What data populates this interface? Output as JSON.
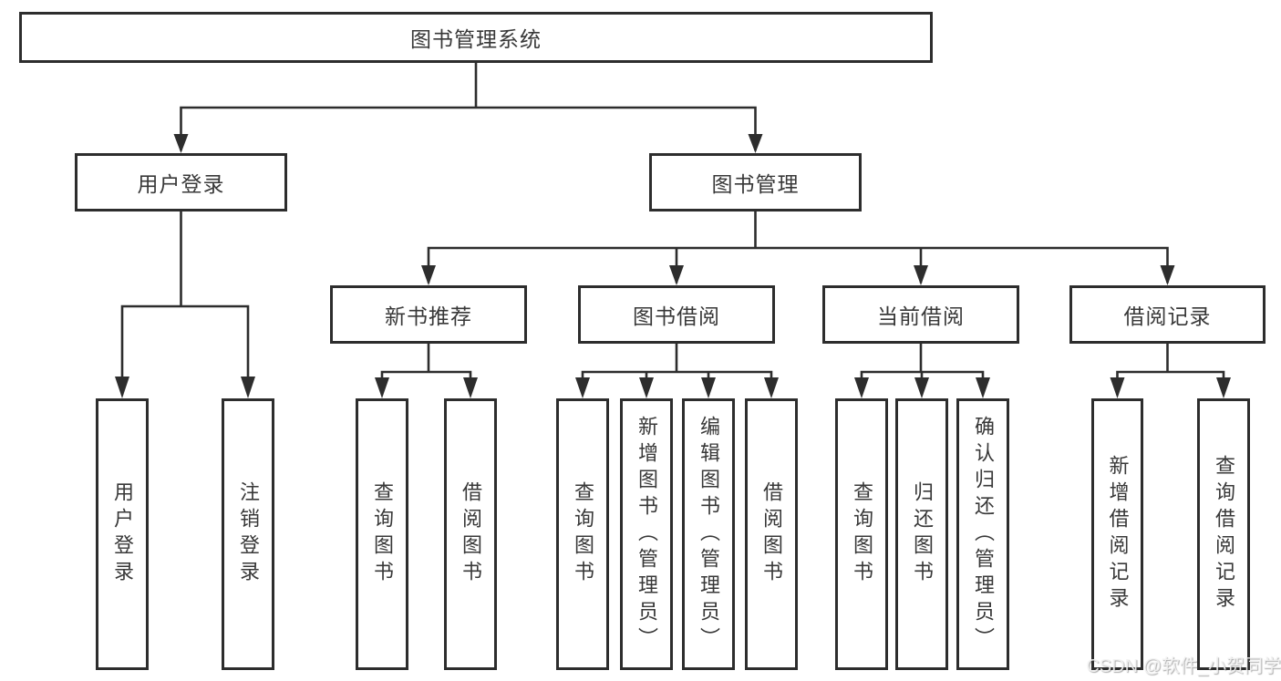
{
  "diagram": {
    "root": {
      "label": "图书管理系统"
    },
    "level2": [
      {
        "label": "用户登录"
      },
      {
        "label": "图书管理"
      }
    ],
    "level3": [
      {
        "label": "新书推荐"
      },
      {
        "label": "图书借阅"
      },
      {
        "label": "当前借阅"
      },
      {
        "label": "借阅记录"
      }
    ],
    "level4": [
      {
        "label": "用户登录"
      },
      {
        "label": "注销登录"
      },
      {
        "label": "查询图书"
      },
      {
        "label": "借阅图书"
      },
      {
        "label": "查询图书"
      },
      {
        "label": "新增图书（管理员）"
      },
      {
        "label": "编辑图书（管理员）"
      },
      {
        "label": "借阅图书"
      },
      {
        "label": "查询图书"
      },
      {
        "label": "归还图书"
      },
      {
        "label": "确认归还（管理员）"
      },
      {
        "label": "新增借阅记录"
      },
      {
        "label": "查询借阅记录"
      }
    ]
  },
  "watermark": {
    "text": "CSDN @软件_小贺同学"
  },
  "colors": {
    "line": "#2d2d2d",
    "box_border": "#2d2d2d",
    "text": "#383838",
    "background": "#ffffff",
    "watermark": "#f2f2f2"
  }
}
